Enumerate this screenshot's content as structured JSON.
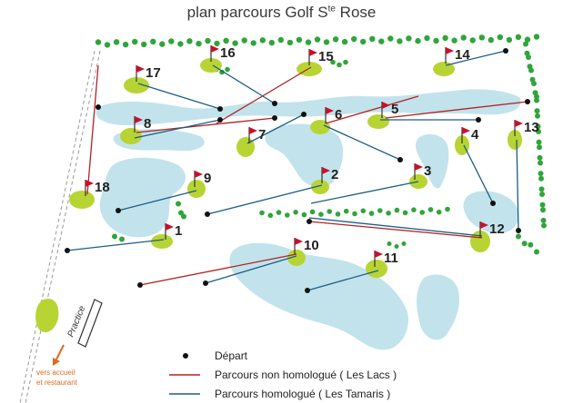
{
  "title": {
    "main": "plan parcours Golf S",
    "sup": "te",
    "tail": " Rose"
  },
  "colors": {
    "water": "#c2e3ec",
    "green": "#b8d433",
    "trees": "#2fa53a",
    "flag": "#c8102e",
    "red_route": "#b22222",
    "blue_route": "#1a5e86",
    "practice_label": "#e06a1b"
  },
  "holes": [
    {
      "number": "1"
    },
    {
      "number": "2"
    },
    {
      "number": "3"
    },
    {
      "number": "4"
    },
    {
      "number": "5"
    },
    {
      "number": "6"
    },
    {
      "number": "7"
    },
    {
      "number": "8"
    },
    {
      "number": "9"
    },
    {
      "number": "10"
    },
    {
      "number": "11"
    },
    {
      "number": "12"
    },
    {
      "number": "13"
    },
    {
      "number": "14"
    },
    {
      "number": "15"
    },
    {
      "number": "16"
    },
    {
      "number": "17"
    },
    {
      "number": "18"
    }
  ],
  "practice": {
    "label": "Practice"
  },
  "exit_label": {
    "line1": "vers accueil",
    "line2": "et restaurant"
  },
  "legend": {
    "depart": "Départ",
    "red": "Parcours non homologué ( Les Lacs )",
    "blue": "Parcours homologué ( Les Tamaris )"
  },
  "icons": {
    "hole_marker": "flag-icon",
    "tee_marker": "tee-dot-icon",
    "exit": "arrow-down-icon"
  }
}
